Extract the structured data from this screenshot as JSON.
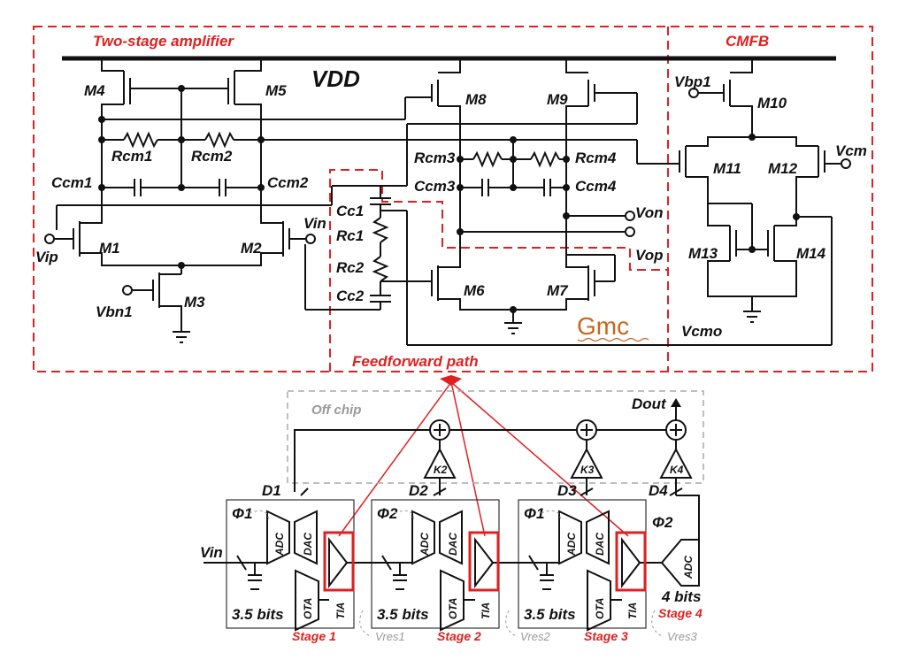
{
  "top_circuit": {
    "blocks": {
      "two_stage": "Two-stage amplifier",
      "cmfb": "CMFB",
      "feedforward": "Feedforward path"
    },
    "supply": "VDD",
    "gmc_label": "Gmc",
    "transistors": [
      "M1",
      "M2",
      "M3",
      "M4",
      "M5",
      "M6",
      "M7",
      "M8",
      "M9",
      "M10",
      "M11",
      "M12",
      "M13",
      "M14"
    ],
    "resistors": [
      "Rcm1",
      "Rcm2",
      "Rcm3",
      "Rcm4",
      "Rc1",
      "Rc2"
    ],
    "capacitors": [
      "Ccm1",
      "Ccm2",
      "Ccm3",
      "Ccm4",
      "Cc1",
      "Cc2"
    ],
    "nodes": {
      "vip": "Vip",
      "vin": "Vin",
      "vbn1": "Vbn1",
      "vbp1": "Vbp1",
      "vcm": "Vcm",
      "von": "Von",
      "vop": "Vop",
      "vcmo": "Vcmo"
    }
  },
  "pipeline": {
    "off_chip": "Off chip",
    "dout": "Dout",
    "vin": "Vin",
    "gains": [
      "K2",
      "K3",
      "K4"
    ],
    "digital": [
      "D1",
      "D2",
      "D3",
      "D4"
    ],
    "phases": [
      "Φ1",
      "Φ2",
      "Φ1",
      "Φ2"
    ],
    "stages": [
      {
        "label": "Stage 1",
        "bits": "3.5 bits",
        "res": "Vres1"
      },
      {
        "label": "Stage 2",
        "bits": "3.5 bits",
        "res": "Vres2"
      },
      {
        "label": "Stage 3",
        "bits": "3.5 bits",
        "res": "Vres3"
      }
    ],
    "stage4": {
      "label": "Stage 4",
      "bits": "4 bits"
    },
    "blocks": {
      "adc": "ADC",
      "dac": "DAC",
      "ota": "OTA",
      "tia": "TIA"
    }
  },
  "colors": {
    "accent_red": "#e02020",
    "gmc_orange": "#c8651b",
    "gray": "#999999"
  }
}
